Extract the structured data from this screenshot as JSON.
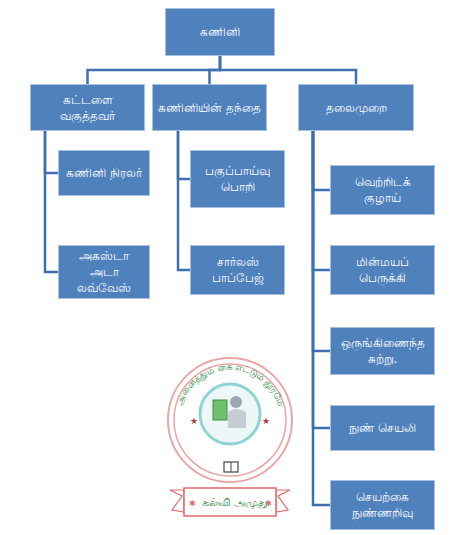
{
  "diagram": {
    "nodes": [
      {
        "text": [
          "கணினி"
        ]
      },
      {
        "text": [
          "கட்டளை வகுத்தவர்"
        ]
      },
      {
        "text": [
          "கணினியின் தந்தை"
        ]
      },
      {
        "text": [
          "தலைமுறை"
        ]
      },
      {
        "text": [
          "கணினி நிரலர்"
        ]
      },
      {
        "text": [
          "அகஸ்டா அடா லவ்வேஸ்"
        ]
      },
      {
        "text": [
          "பகுப்பாய்வு பொறி"
        ]
      },
      {
        "text": [
          "சார்லஸ் பாப்பேஜ்"
        ]
      },
      {
        "text": [
          "வெற்றிடக் குழாய்"
        ]
      },
      {
        "text": [
          "மின்மயப் பெருக்கி"
        ]
      },
      {
        "text": [
          "ஒருங்கிணைந்த சுற்று."
        ]
      },
      {
        "text": [
          "நுண் செயலி"
        ]
      },
      {
        "text": [
          "செயற்கை நுண்ணறிவு"
        ]
      }
    ],
    "edges": [
      {
        "from": 0,
        "to": 1,
        "arrow": "none"
      },
      {
        "from": 0,
        "to": 2,
        "arrow": "none"
      },
      {
        "from": 0,
        "to": 3,
        "arrow": "none"
      },
      {
        "from": 1,
        "to": 4,
        "arrow": "none"
      },
      {
        "from": 1,
        "to": 5,
        "arrow": "none"
      },
      {
        "from": 2,
        "to": 6,
        "arrow": "none"
      },
      {
        "from": 2,
        "to": 7,
        "arrow": "none"
      },
      {
        "from": 3,
        "to": 8,
        "arrow": "none"
      },
      {
        "from": 3,
        "to": 9,
        "arrow": "none"
      },
      {
        "from": 3,
        "to": 10,
        "arrow": "none"
      },
      {
        "from": 3,
        "to": 11,
        "arrow": "none"
      },
      {
        "from": 3,
        "to": 12,
        "arrow": "none"
      }
    ],
    "labels": [
      "அனைத்தும் கை எட்டும் தூரமே",
      "கல்வி அமுது"
    ]
  }
}
